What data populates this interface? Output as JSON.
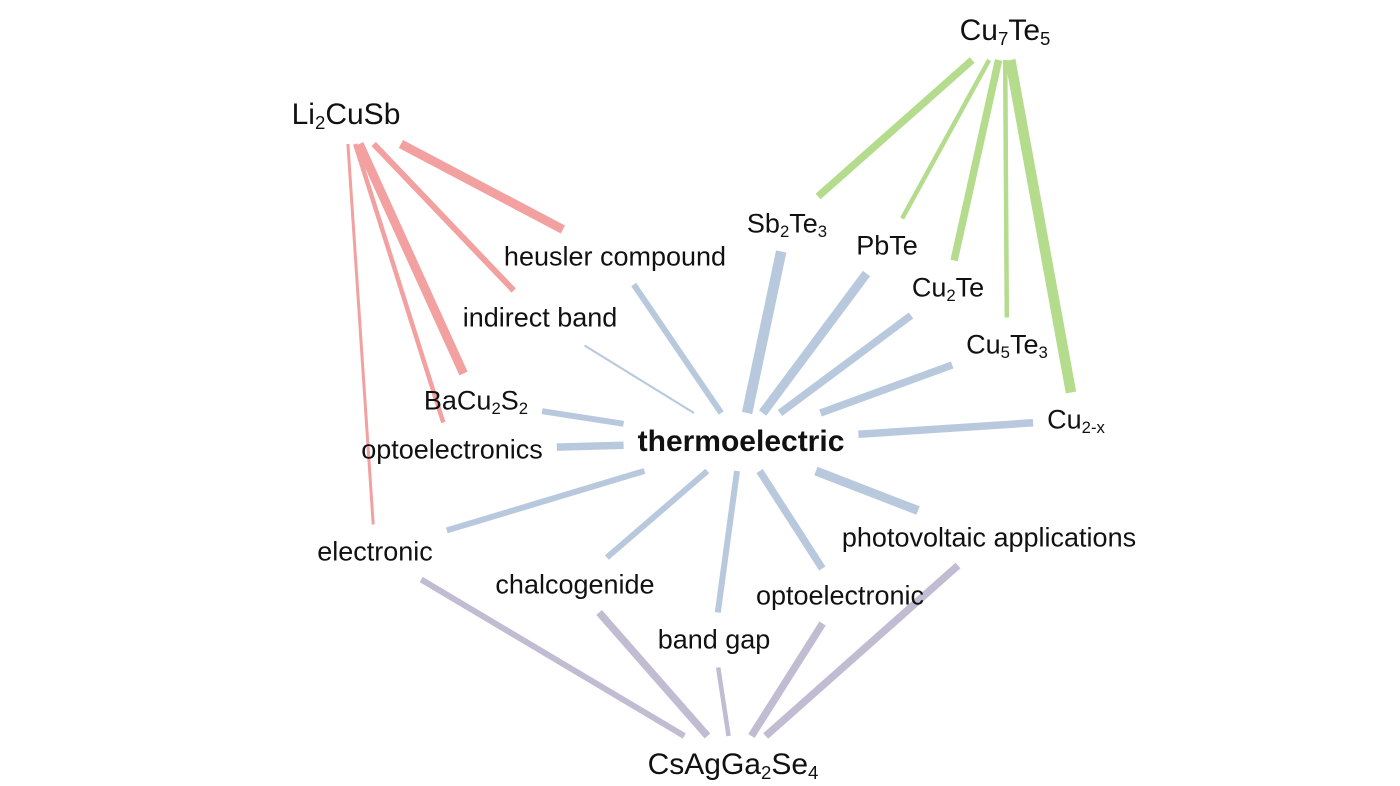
{
  "colors": {
    "red": "#f2a0a0",
    "green": "#b4dc8c",
    "blue": "#b8c9de",
    "purple": "#c1bcd2",
    "text": "#111111"
  },
  "nodes": {
    "thermoelectric": {
      "label": "thermoelectric"
    },
    "cu7te5": {
      "parts": [
        {
          "t": "Cu"
        },
        {
          "s": "7"
        },
        {
          "t": "Te"
        },
        {
          "s": "5"
        }
      ]
    },
    "li2cusb": {
      "parts": [
        {
          "t": "Li"
        },
        {
          "s": "2"
        },
        {
          "t": "CuSb"
        }
      ]
    },
    "sb2te3": {
      "parts": [
        {
          "t": "Sb"
        },
        {
          "s": "2"
        },
        {
          "t": "Te"
        },
        {
          "s": "3"
        }
      ]
    },
    "pbte": {
      "label": "PbTe"
    },
    "heusler": {
      "label": "heusler compound"
    },
    "cu2te": {
      "parts": [
        {
          "t": "Cu"
        },
        {
          "s": "2"
        },
        {
          "t": "Te"
        }
      ]
    },
    "indirect": {
      "label": "indirect band"
    },
    "cu5te3": {
      "parts": [
        {
          "t": "Cu"
        },
        {
          "s": "5"
        },
        {
          "t": "Te"
        },
        {
          "s": "3"
        }
      ]
    },
    "bacu2s2": {
      "parts": [
        {
          "t": "BaCu"
        },
        {
          "s": "2"
        },
        {
          "t": "S"
        },
        {
          "s": "2"
        }
      ]
    },
    "cu2x": {
      "parts": [
        {
          "t": "Cu"
        },
        {
          "s": "2-x"
        }
      ]
    },
    "optoelectronics": {
      "label": "optoelectronics"
    },
    "photovoltaic": {
      "label": "photovoltaic applications"
    },
    "electronic": {
      "label": "electronic"
    },
    "chalcogenide": {
      "label": "chalcogenide"
    },
    "optoelectronic": {
      "label": "optoelectronic"
    },
    "bandgap": {
      "label": "band gap"
    },
    "csagga2se4": {
      "parts": [
        {
          "t": "CsAgGa"
        },
        {
          "s": "2"
        },
        {
          "t": "Se"
        },
        {
          "s": "4"
        }
      ]
    }
  },
  "edges": [
    {
      "from": "li2cusb",
      "to": "heusler",
      "color": "red",
      "strength": 3
    },
    {
      "from": "li2cusb",
      "to": "indirect",
      "color": "red",
      "strength": 2
    },
    {
      "from": "li2cusb",
      "to": "bacu2s2",
      "color": "red",
      "strength": 3
    },
    {
      "from": "li2cusb",
      "to": "optoelectronics",
      "color": "red",
      "strength": 1.5
    },
    {
      "from": "li2cusb",
      "to": "electronic",
      "color": "red",
      "strength": 1
    },
    {
      "from": "cu7te5",
      "to": "sb2te3",
      "color": "green",
      "strength": 2.5
    },
    {
      "from": "cu7te5",
      "to": "pbte",
      "color": "green",
      "strength": 1.5
    },
    {
      "from": "cu7te5",
      "to": "cu2te",
      "color": "green",
      "strength": 2.5
    },
    {
      "from": "cu7te5",
      "to": "cu5te3",
      "color": "green",
      "strength": 1.5
    },
    {
      "from": "cu7te5",
      "to": "cu2x",
      "color": "green",
      "strength": 3.5
    },
    {
      "from": "thermoelectric",
      "to": "heusler",
      "color": "blue",
      "strength": 2
    },
    {
      "from": "thermoelectric",
      "to": "sb2te3",
      "color": "blue",
      "strength": 3.5
    },
    {
      "from": "thermoelectric",
      "to": "pbte",
      "color": "blue",
      "strength": 3
    },
    {
      "from": "thermoelectric",
      "to": "cu2te",
      "color": "blue",
      "strength": 2.5
    },
    {
      "from": "thermoelectric",
      "to": "cu5te3",
      "color": "blue",
      "strength": 2.5
    },
    {
      "from": "thermoelectric",
      "to": "cu2x",
      "color": "blue",
      "strength": 2.5
    },
    {
      "from": "thermoelectric",
      "to": "indirect",
      "color": "blue",
      "strength": 0.7
    },
    {
      "from": "thermoelectric",
      "to": "bacu2s2",
      "color": "blue",
      "strength": 2
    },
    {
      "from": "thermoelectric",
      "to": "optoelectronics",
      "color": "blue",
      "strength": 2.5
    },
    {
      "from": "thermoelectric",
      "to": "electronic",
      "color": "blue",
      "strength": 2
    },
    {
      "from": "thermoelectric",
      "to": "chalcogenide",
      "color": "blue",
      "strength": 2
    },
    {
      "from": "thermoelectric",
      "to": "bandgap",
      "color": "blue",
      "strength": 2
    },
    {
      "from": "thermoelectric",
      "to": "optoelectronic",
      "color": "blue",
      "strength": 2.5
    },
    {
      "from": "thermoelectric",
      "to": "photovoltaic",
      "color": "blue",
      "strength": 3
    },
    {
      "from": "csagga2se4",
      "to": "electronic",
      "color": "purple",
      "strength": 2
    },
    {
      "from": "csagga2se4",
      "to": "chalcogenide",
      "color": "purple",
      "strength": 2.5
    },
    {
      "from": "csagga2se4",
      "to": "bandgap",
      "color": "purple",
      "strength": 1.5
    },
    {
      "from": "csagga2se4",
      "to": "optoelectronic",
      "color": "purple",
      "strength": 2.5
    },
    {
      "from": "csagga2se4",
      "to": "photovoltaic",
      "color": "purple",
      "strength": 2.5
    }
  ]
}
